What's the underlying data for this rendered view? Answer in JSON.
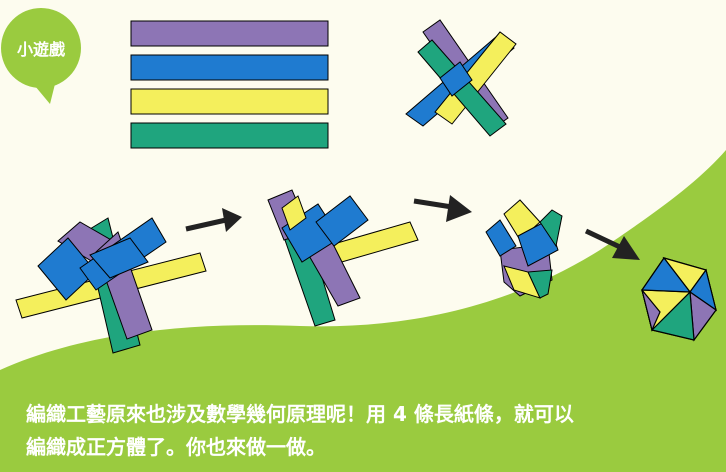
{
  "badge": {
    "label": "小遊戲"
  },
  "caption": {
    "line1": "編織工藝原來也涉及數學幾何原理呢！用 4 條長紙條，就可以",
    "line2": "編織成正方體了。你也來做一做。"
  },
  "palette": {
    "purple": "#8d75b5",
    "blue": "#1f7bd0",
    "yellow": "#f4ef5c",
    "green": "#1fa57e",
    "grass": "#9acb3f",
    "bg": "#fdfcef"
  },
  "icons": [
    "speech-bubble-icon",
    "arrow-right-icon",
    "cube-icon"
  ]
}
